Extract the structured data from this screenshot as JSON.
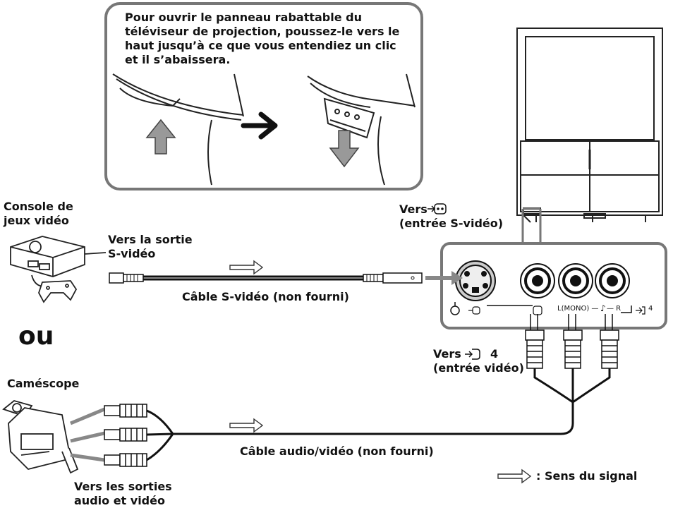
{
  "instruction_box": {
    "text_lines": [
      "Pour ouvrir le panneau rabattable du",
      "téléviseur de projection, poussez-le vers le",
      "haut jusqu’à ce que vous entendiez un clic",
      "et il s’abaissera."
    ]
  },
  "labels": {
    "game_console": [
      "Console de",
      "jeux vidéo"
    ],
    "svideo_output": [
      "Vers la sortie",
      "S-vidéo"
    ],
    "svideo_cable": "Câble S-vidéo (non fourni)",
    "or_word": "ou",
    "camcorder": "Caméscope",
    "av_outputs": [
      "Vers les sorties",
      "audio et vidéo"
    ],
    "av_cable": "Câble audio/vidéo (non fourni)",
    "svideo_input": [
      "Vers",
      "(entrée S-vidéo)"
    ],
    "video_input": [
      "Vers",
      "4",
      "(entrée vidéo)"
    ],
    "signal_legend": ": Sens du signal"
  },
  "jack_panel": {
    "left_mark": "Ò",
    "mono_label": "L(MONO) —",
    "r_label": "— R",
    "input_number": "4"
  },
  "colors": {
    "line": "#1a1a1a",
    "panel_border": "#666666",
    "connection_arrow": "#888888"
  }
}
